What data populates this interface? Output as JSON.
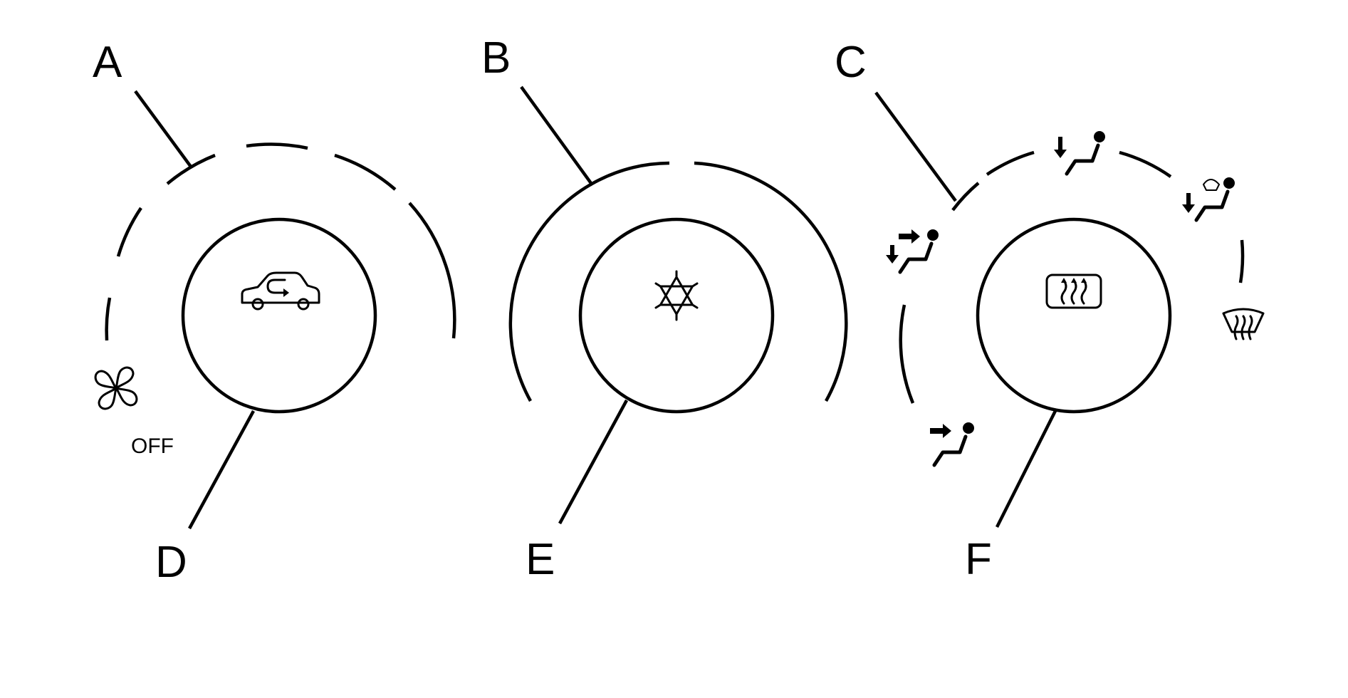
{
  "callouts": {
    "a": "A",
    "b": "B",
    "c": "C",
    "d": "D",
    "e": "E",
    "f": "F"
  },
  "fan_dial": {
    "off_label": "OFF",
    "icons": [
      "fan-icon"
    ],
    "knob_icon": "recirculation-car-icon"
  },
  "temp_dial": {
    "knob_icon": "snowflake-icon"
  },
  "mode_dial": {
    "knob_icon": "rear-defrost-icon",
    "icons": [
      "vent-person-icon",
      "bi-level-person-icon",
      "floor-person-icon",
      "floor-defrost-person-icon",
      "windshield-defrost-icon"
    ]
  },
  "colors": {
    "ink": "#000000",
    "background": "#ffffff"
  }
}
